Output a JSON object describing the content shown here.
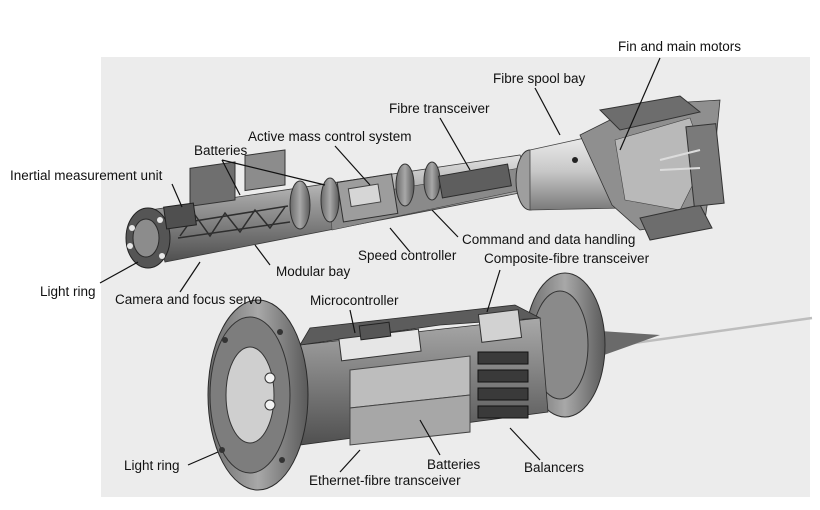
{
  "labels": {
    "fin_motors": "Fin and main motors",
    "fibre_spool_bay": "Fibre spool bay",
    "fibre_transceiver": "Fibre transceiver",
    "active_mass_control": "Active mass control system",
    "batteries_top": "Batteries",
    "imu": "Inertial measurement unit",
    "command_data_handling": "Command and data handling",
    "speed_controller": "Speed controller",
    "composite_fibre_transceiver": "Composite-fibre transceiver",
    "modular_bay": "Modular bay",
    "light_ring_top": "Light ring",
    "camera_focus_servo": "Camera and focus servo",
    "microcontroller": "Microcontroller",
    "light_ring_bottom": "Light ring",
    "batteries_bottom": "Batteries",
    "balancers": "Balancers",
    "ethernet_fibre_transceiver": "Ethernet-fibre transceiver"
  },
  "colors": {
    "panel": "#ececec",
    "metal_dark": "#4a4a4a",
    "metal_mid": "#7d7d7d",
    "metal_light": "#bdbdbd",
    "metal_bright": "#dedede"
  }
}
